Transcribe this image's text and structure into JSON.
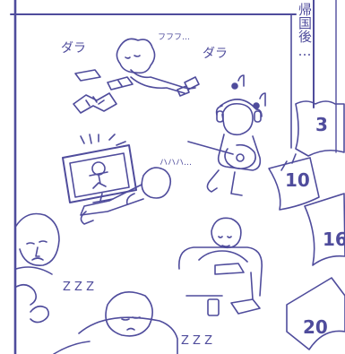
{
  "caption": "帰国後…",
  "sfx": {
    "dara_left": "ダラ",
    "dara_right": "ダラ",
    "fufu": "フフフ…",
    "laugh": "ハハハ…",
    "zzz_left": "Z Z Z",
    "zzz_bottom": "Z Z Z"
  },
  "calendar_pages": [
    "3",
    "10",
    "16",
    "20"
  ],
  "colors": {
    "ink": "#4f4c9c",
    "paper": "#ffffff"
  }
}
